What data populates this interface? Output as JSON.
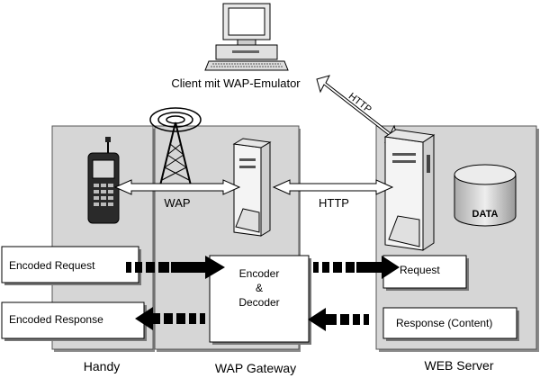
{
  "client": {
    "label": "Client mit WAP-Emulator",
    "icon": "computer-icon"
  },
  "zones": {
    "handy": "Handy",
    "gateway": "WAP Gateway",
    "server": "WEB Server"
  },
  "links": {
    "wap": "WAP",
    "http": "HTTP",
    "client_http": "HTTP"
  },
  "boxes": {
    "encoded_request": "Encoded Request",
    "encoded_response": "Encoded Response",
    "encoder_line1": "Encoder",
    "encoder_line2": "&",
    "encoder_line3": "Decoder",
    "request": "Request",
    "response": "Response (Content)",
    "database": "DATA"
  },
  "icons": [
    "phone-icon",
    "antenna-tower-icon",
    "gateway-server-icon",
    "web-server-icon",
    "database-icon"
  ]
}
